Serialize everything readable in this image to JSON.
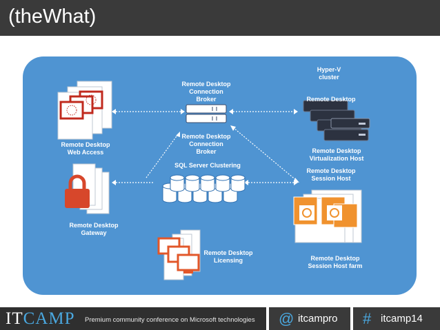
{
  "header": {
    "title": "(theWhat)"
  },
  "diagram": {
    "hyperv_cluster": "Hyper-V cluster",
    "rd_web_access": "Remote Desktop Web Access",
    "rd_gateway": "Remote Desktop Gateway",
    "rd_licensing": "Remote Desktop Licensing",
    "rd_broker_top": "Remote Desktop Connection Broker",
    "rd_broker_mid": "Remote Desktop Connection Broker",
    "sql_cluster": "SQL Server Clustering",
    "rd_virtualization_host_top": "Remote Desktop",
    "rd_virtualization_host": "Remote Desktop Virtualization Host",
    "rd_session_host_top": "Remote Desktop Session Host",
    "rd_session_host_farm": "Remote Desktop Session Host farm"
  },
  "footer": {
    "logo_it": "IT",
    "logo_camp": "CAMP",
    "tagline": "Premium community conference on Microsoft technologies",
    "at_symbol": "@",
    "twitter": "itcampro",
    "hash_symbol": "#",
    "hashtag": "itcamp14"
  },
  "colors": {
    "panel": "#4f94d2",
    "header": "#3a3a3a",
    "accent": "#4aa8e0",
    "server_dark": "#2c3240",
    "lock": "#d7472b",
    "monitor": "#e2572a",
    "session_orange": "#f0922e"
  }
}
